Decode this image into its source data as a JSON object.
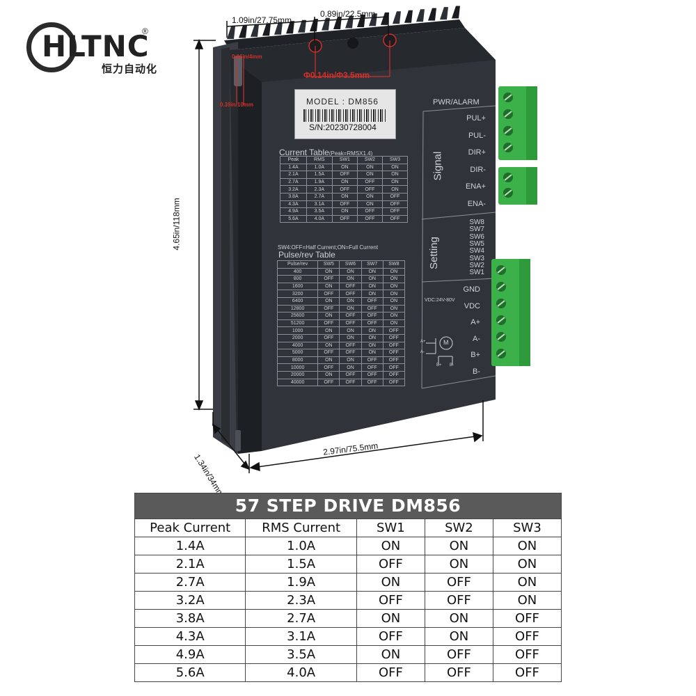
{
  "logo": {
    "brand": "HLTNC",
    "registered": "®",
    "chinese": "恒力自动化"
  },
  "dimensions": {
    "top_left": "1.09in/27.75mm",
    "top_right": "0.89in/22.5mm",
    "hole": "Φ0.14in/Φ3.5mm",
    "slot_small": "0.16in/4mm",
    "slot_depth": "0.39in/10mm",
    "height": "4.65in/118mm",
    "depth": "1.34in/34mm",
    "width": "2.97in/75.5mm"
  },
  "driver": {
    "model": "MODEL : DM856",
    "serial": "S/N:20230728004",
    "current_table_title": "Current Table",
    "current_table_note": "(Peak=RMSX1.4)",
    "current_headers": [
      "Peak",
      "RMS",
      "SW1",
      "SW2",
      "SW3"
    ],
    "current_rows": [
      [
        "1.4A",
        "1.0A",
        "ON",
        "ON",
        "ON"
      ],
      [
        "2.1A",
        "1.5A",
        "OFF",
        "ON",
        "ON"
      ],
      [
        "2.7A",
        "1.9A",
        "ON",
        "OFF",
        "ON"
      ],
      [
        "3.2A",
        "2.3A",
        "OFF",
        "OFF",
        "ON"
      ],
      [
        "3.8A",
        "2.7A",
        "ON",
        "ON",
        "OFF"
      ],
      [
        "4.3A",
        "3.1A",
        "OFF",
        "ON",
        "OFF"
      ],
      [
        "4.9A",
        "3.5A",
        "ON",
        "OFF",
        "OFF"
      ],
      [
        "5.6A",
        "4.0A",
        "OFF",
        "OFF",
        "OFF"
      ]
    ],
    "sw4_note": "SW4:OFF=Half Current;ON=Full Current",
    "pulse_table_title": "Pulse/rev Table",
    "pulse_headers": [
      "Pulse/rev",
      "SW5",
      "SW6",
      "SW7",
      "SW8"
    ],
    "pulse_rows": [
      [
        "400",
        "ON",
        "ON",
        "ON",
        "ON"
      ],
      [
        "800",
        "OFF",
        "ON",
        "ON",
        "ON"
      ],
      [
        "1600",
        "ON",
        "OFF",
        "ON",
        "ON"
      ],
      [
        "3200",
        "OFF",
        "OFF",
        "ON",
        "ON"
      ],
      [
        "6400",
        "ON",
        "ON",
        "OFF",
        "ON"
      ],
      [
        "12800",
        "OFF",
        "ON",
        "OFF",
        "ON"
      ],
      [
        "25600",
        "ON",
        "OFF",
        "OFF",
        "ON"
      ],
      [
        "51200",
        "OFF",
        "OFF",
        "OFF",
        "ON"
      ],
      [
        "1000",
        "ON",
        "ON",
        "ON",
        "OFF"
      ],
      [
        "2000",
        "OFF",
        "ON",
        "ON",
        "OFF"
      ],
      [
        "4000",
        "ON",
        "OFF",
        "ON",
        "OFF"
      ],
      [
        "5000",
        "OFF",
        "OFF",
        "ON",
        "OFF"
      ],
      [
        "8000",
        "ON",
        "ON",
        "OFF",
        "OFF"
      ],
      [
        "10000",
        "OFF",
        "ON",
        "OFF",
        "OFF"
      ],
      [
        "20000",
        "ON",
        "OFF",
        "OFF",
        "OFF"
      ],
      [
        "40000",
        "OFF",
        "OFF",
        "OFF",
        "OFF"
      ]
    ],
    "pwr_alarm": "PWR/ALARM",
    "signal_section": "Signal",
    "signal_pins": [
      "PUL+",
      "PUL-",
      "DIR+",
      "DIR-",
      "ENA+",
      "ENA-"
    ],
    "setting_section": "Setting",
    "switches": [
      "SW8",
      "SW7",
      "SW6",
      "SW5",
      "SW4",
      "SW3",
      "SW2",
      "SW1"
    ],
    "vdc_range": "VDC:24V-80V",
    "power_pins": [
      "GND",
      "VDC",
      "A+",
      "A-",
      "B+",
      "B-"
    ],
    "motor_symbol": "M",
    "motor_labels": [
      "A+",
      "A-",
      "B+",
      "B-"
    ]
  },
  "spec_table": {
    "title": "57 STEP DRIVE DM856",
    "headers": [
      "Peak Current",
      "RMS Current",
      "SW1",
      "SW2",
      "SW3"
    ],
    "rows": [
      [
        "1.4A",
        "1.0A",
        "ON",
        "ON",
        "ON"
      ],
      [
        "2.1A",
        "1.5A",
        "OFF",
        "ON",
        "ON"
      ],
      [
        "2.7A",
        "1.9A",
        "ON",
        "OFF",
        "ON"
      ],
      [
        "3.2A",
        "2.3A",
        "OFF",
        "OFF",
        "ON"
      ],
      [
        "3.8A",
        "2.7A",
        "ON",
        "ON",
        "OFF"
      ],
      [
        "4.3A",
        "3.1A",
        "OFF",
        "ON",
        "OFF"
      ],
      [
        "4.9A",
        "3.5A",
        "ON",
        "OFF",
        "OFF"
      ],
      [
        "5.6A",
        "4.0A",
        "OFF",
        "OFF",
        "OFF"
      ]
    ]
  },
  "colors": {
    "body": "#2b2f35",
    "face": "#33373d",
    "terminal": "#3cb14a",
    "dim_red": "#d0302a",
    "title_bar": "#5a5a5a"
  }
}
